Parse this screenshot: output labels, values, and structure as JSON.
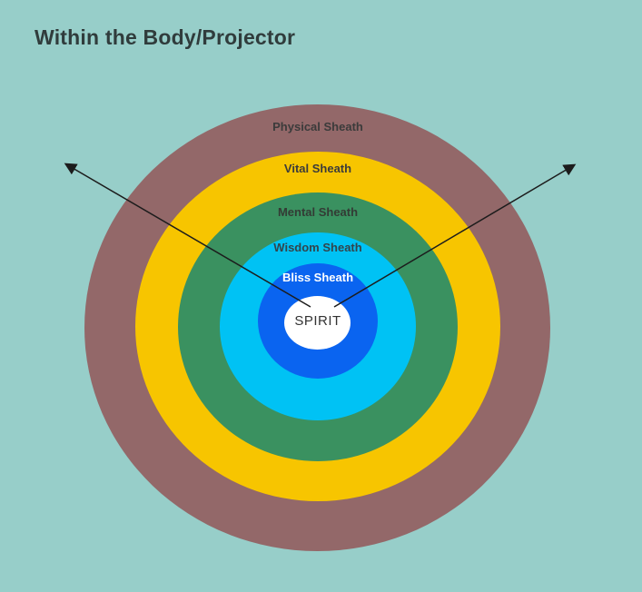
{
  "title": "Within the Body/Projector",
  "title_color": "#303c3c",
  "diagram": {
    "background_color": "#97cec9",
    "arrow_color": "#1c1c1c",
    "sheaths": [
      {
        "label": "Physical Sheath",
        "color": "#936869",
        "text_color": "#3b3b3b"
      },
      {
        "label": "Vital Sheath",
        "color": "#f7c500",
        "text_color": "#3b3b3b"
      },
      {
        "label": "Mental Sheath",
        "color": "#3a9160",
        "text_color": "#333b35"
      },
      {
        "label": "Wisdom Sheath",
        "color": "#00c2f4",
        "text_color": "#33444b"
      },
      {
        "label": "Bliss Sheath",
        "color": "#0a64f0",
        "text_color": "#ffffff"
      }
    ],
    "center": {
      "label": "SPIRIT",
      "color": "#ffffff",
      "text_color": "#333333"
    }
  }
}
